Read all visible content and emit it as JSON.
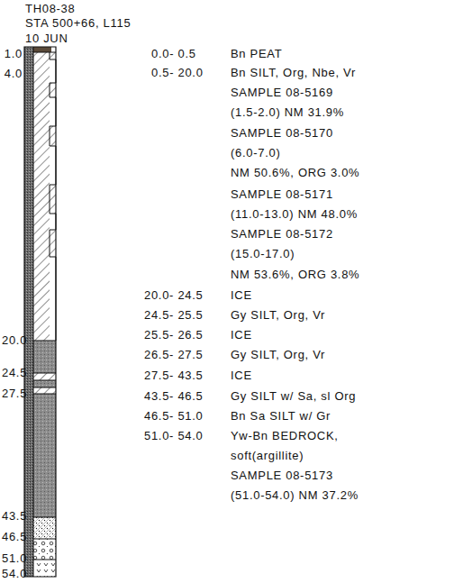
{
  "diagram": {
    "title": "TH08-38",
    "labels": [
      "STA 500+66, L115",
      "10 JUN",
      "1.0",
      "4.0",
      "20.0",
      "24.5",
      "27.5",
      "43.5",
      "46.5",
      "51.0",
      "54.0",
      "0.0- 0.5",
      "Bn PEAT",
      "0.5- 20.0",
      "Bn SILT, Org, Nbe, Vr",
      "SAMPLE 08-5169",
      "(1.5-2.0) NM 31.9%",
      "SAMPLE 08-5170",
      "(6.0-7.0)",
      "NM 50.6%, ORG 3.0%",
      "SAMPLE 08-5171",
      "(11.0-13.0) NM 48.0%",
      "SAMPLE 08-5172",
      "(15.0-17.0)",
      "NM 53.6%, ORG 3.8%",
      "20.0- 24.5",
      "ICE",
      "24.5- 25.5",
      "Gy SILT, Org, Vr",
      "25.5- 26.5",
      "ICE",
      "26.5- 27.5",
      "Gy SILT, Org, Vr",
      "27.5- 43.5",
      "ICE",
      "43.5- 46.5",
      "Gy SILT w/ Sa, sl Org",
      "46.5- 51.0",
      "Bn Sa SILT w/ Gr",
      "51.0- 54.0",
      "Yw-Bn BEDROCK,",
      "soft(argillite)",
      "SAMPLE 08-5173",
      "(51.0-54.0) NM 37.2%"
    ]
  }
}
